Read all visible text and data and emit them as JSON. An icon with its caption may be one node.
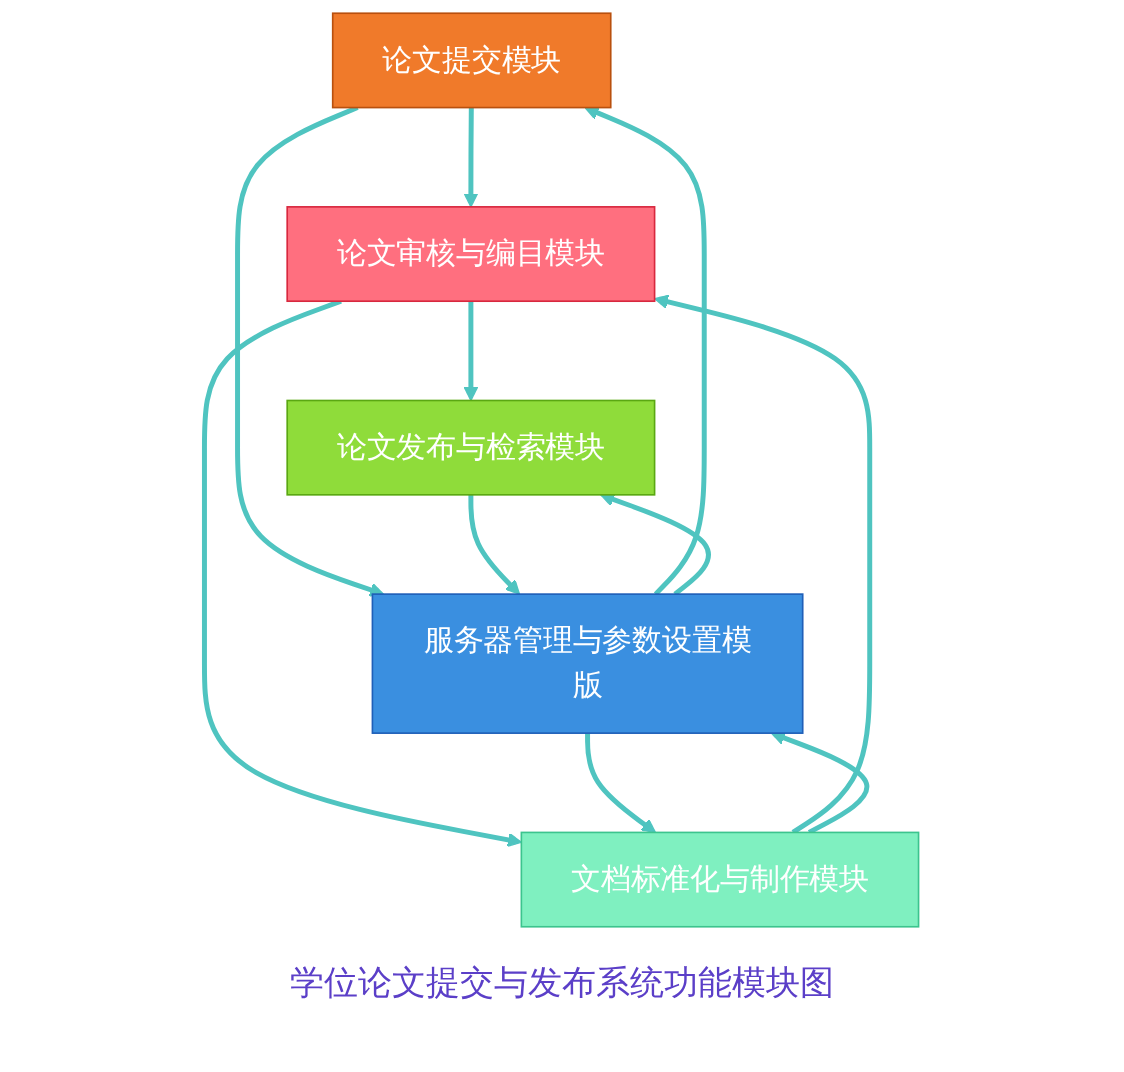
{
  "diagram": {
    "caption": "学位论文提交与发布系统功能模块图",
    "nodes": [
      {
        "text": [
          "论文提交模块"
        ]
      },
      {
        "text": [
          "论文审核与编目模块"
        ]
      },
      {
        "text": [
          "论文发布与检索模块"
        ]
      },
      {
        "text": [
          "文档标准化与制作模块"
        ]
      },
      {
        "text": [
          "服务器管理与参数设置模版"
        ]
      }
    ],
    "edges": [
      {
        "from": 0,
        "to": 1,
        "arrow": "to"
      },
      {
        "from": 1,
        "to": 2,
        "arrow": "to"
      },
      {
        "from": 1,
        "to": 3,
        "arrow": "to"
      },
      {
        "from": 3,
        "to": 1,
        "arrow": "to"
      },
      {
        "from": 0,
        "to": 4,
        "arrow": "to"
      },
      {
        "from": 4,
        "to": 0,
        "arrow": "to"
      },
      {
        "from": 3,
        "to": 4,
        "arrow": "to"
      },
      {
        "from": 4,
        "to": 3,
        "arrow": "to"
      },
      {
        "from": 2,
        "to": 4,
        "arrow": "to"
      },
      {
        "from": 4,
        "to": 2,
        "arrow": "to"
      }
    ]
  }
}
